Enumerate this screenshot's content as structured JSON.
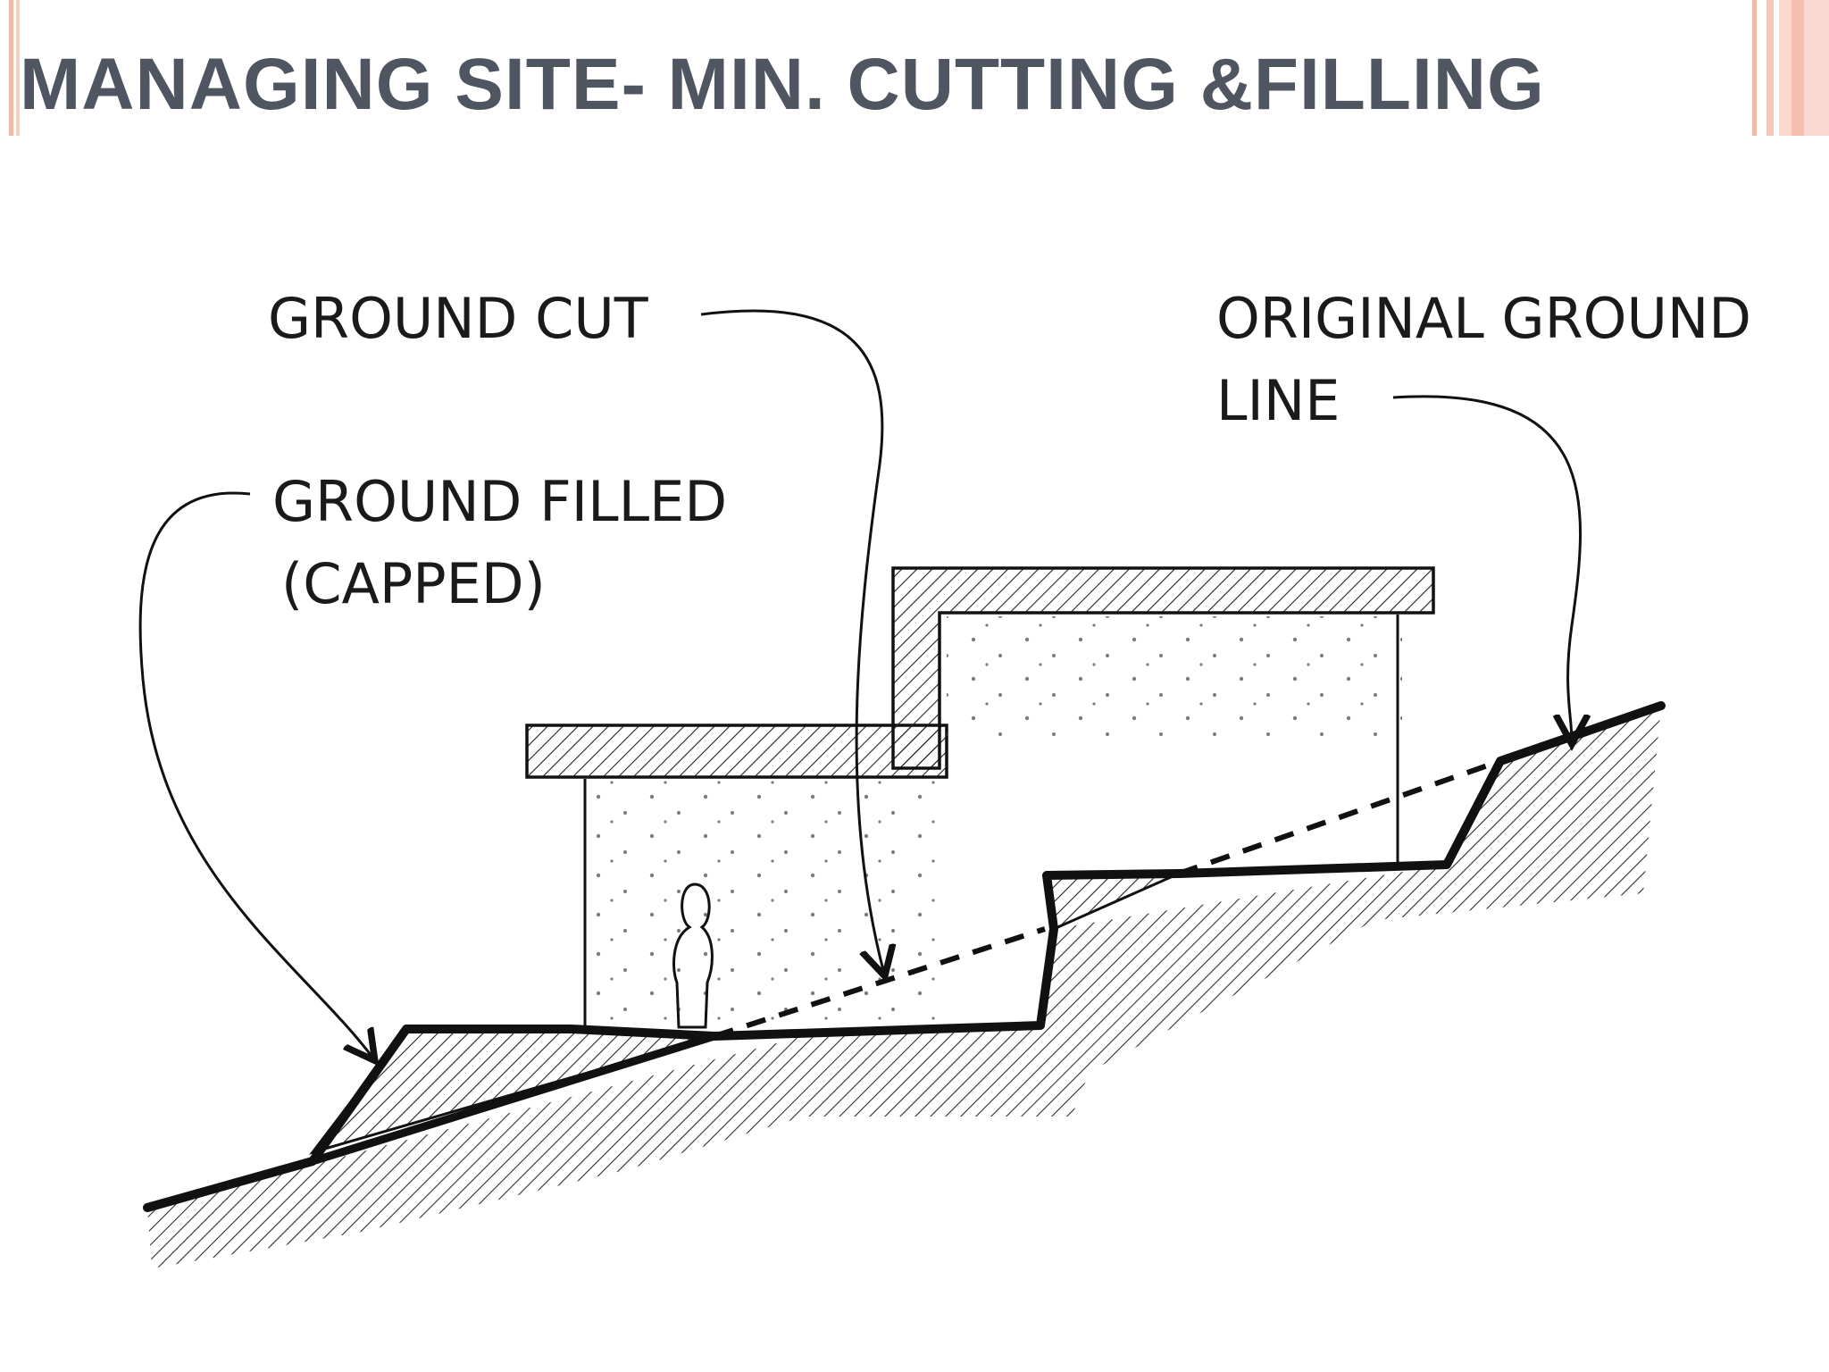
{
  "slide": {
    "title": "MANAGING SITE- MIN. CUTTING &FILLING"
  },
  "diagram": {
    "labels": {
      "ground_cut": "GROUND CUT",
      "original_ground_line_1": "ORIGINAL GROUND",
      "original_ground_line_2": "LINE",
      "ground_filled_1": "GROUND FILLED",
      "ground_filled_2": "(CAPPED)"
    }
  },
  "colors": {
    "title": "#505661",
    "accent": "#f2b8a8",
    "ink": "#111111"
  }
}
